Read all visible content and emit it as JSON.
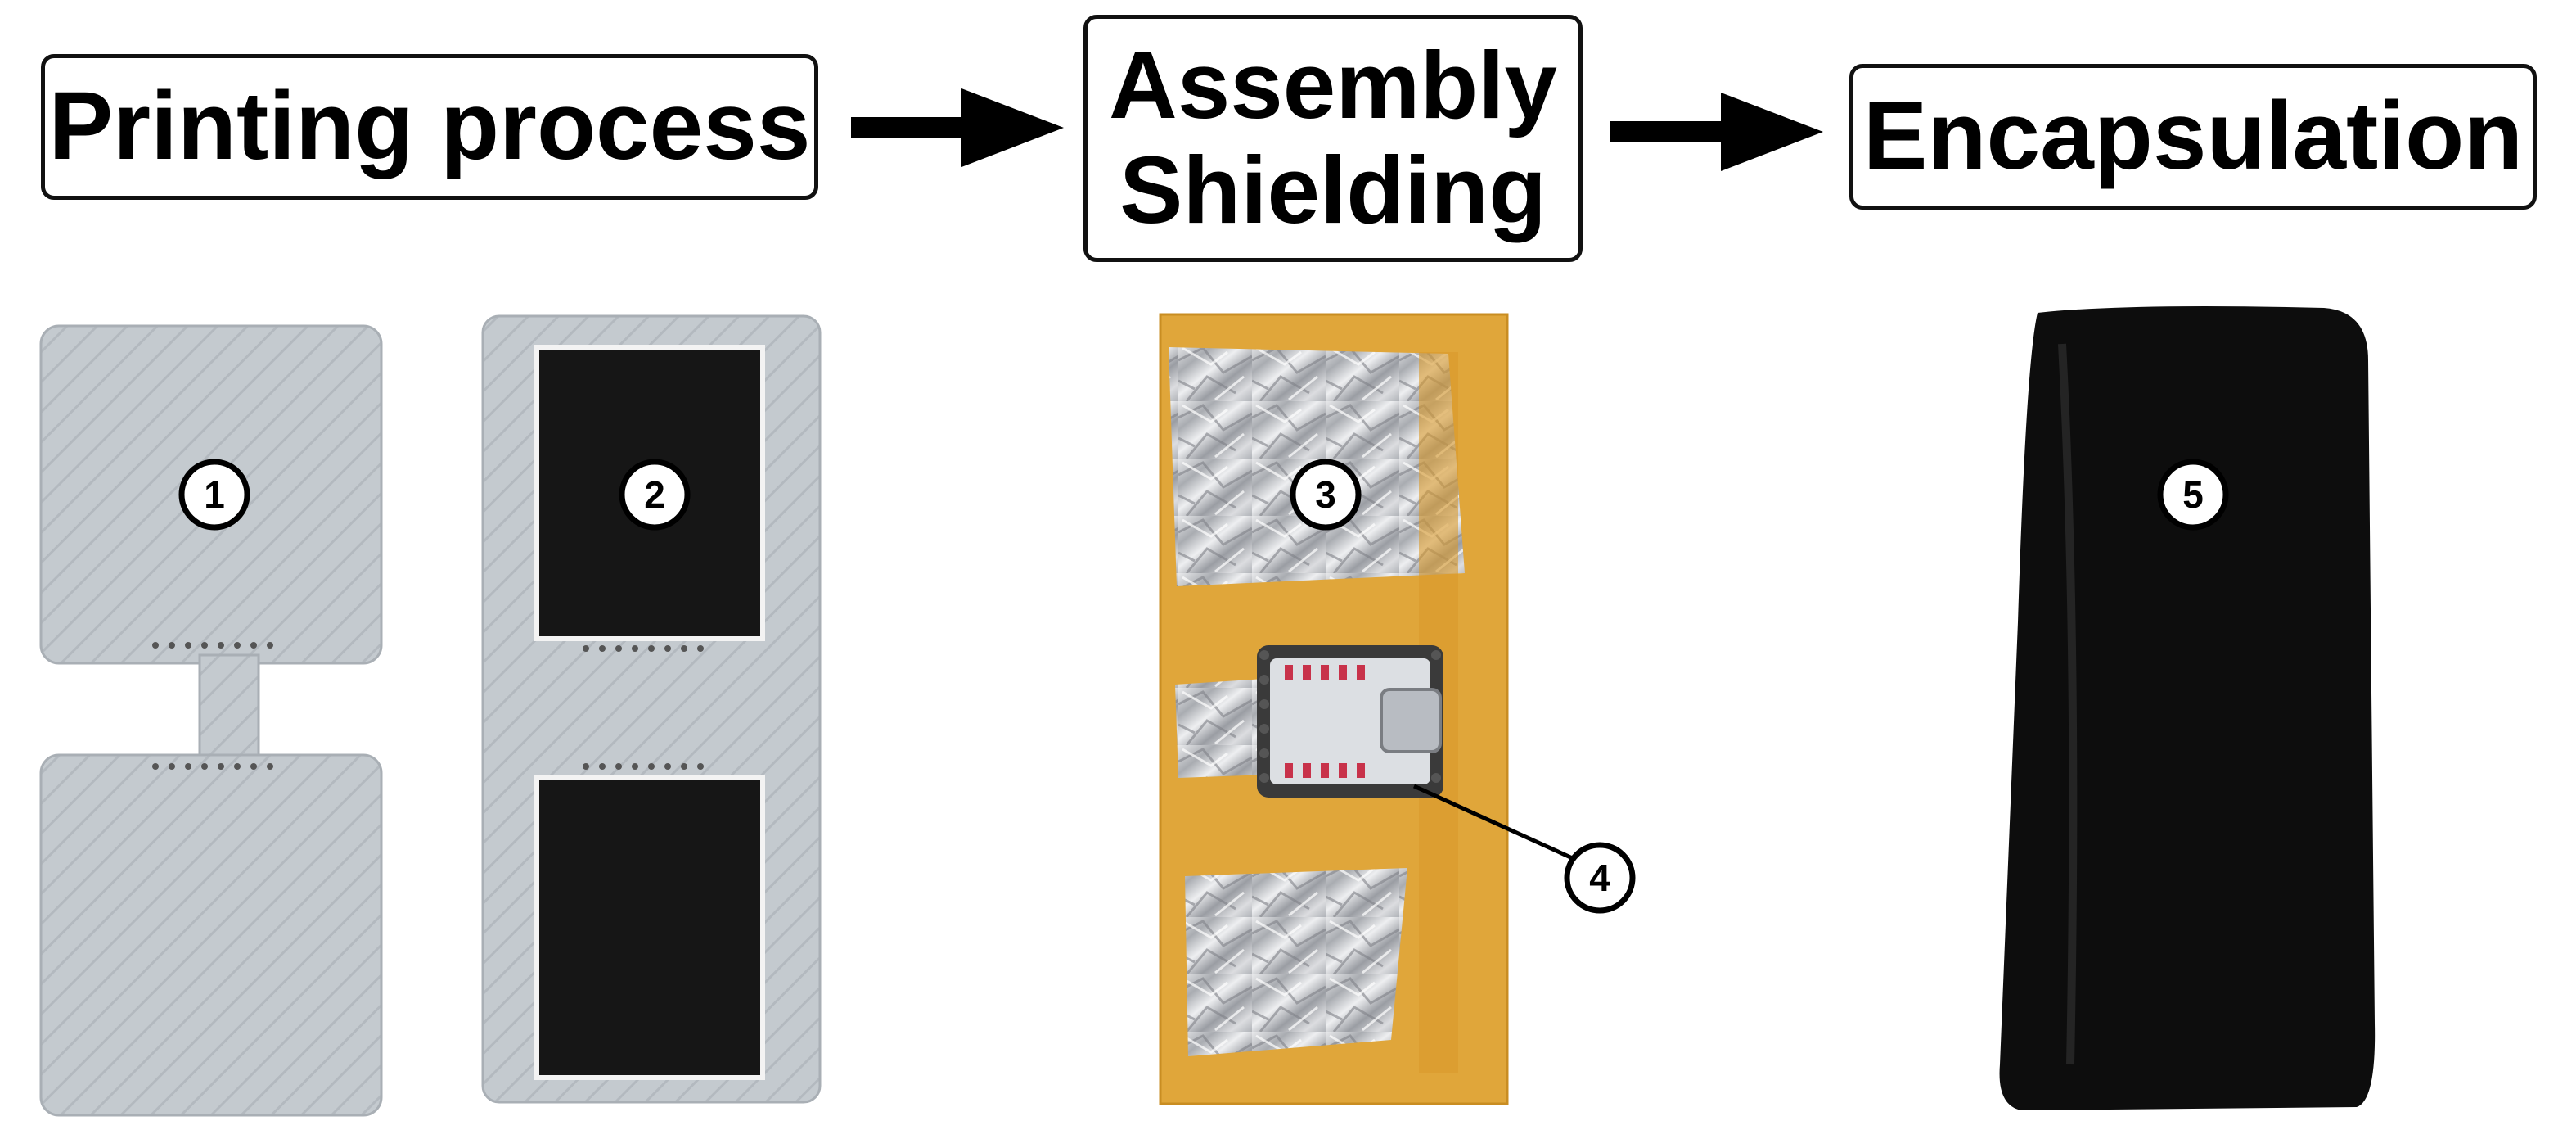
{
  "stages": [
    {
      "lines": [
        "Printing process"
      ]
    },
    {
      "lines": [
        "Assembly",
        "Shielding"
      ]
    },
    {
      "lines": [
        "Encapsulation"
      ]
    }
  ],
  "badges": [
    "1",
    "2",
    "3",
    "4",
    "5"
  ],
  "colors": {
    "background": "#ffffff",
    "outline": "#111111",
    "printed_part": "#c3c9ce",
    "conductive_pad": "#161616",
    "kapton_tape": "#e0a63a",
    "aluminum_foil": "#cfd1d4",
    "pcb": "#dcdfe3",
    "sleeve": "#0d0d0d"
  }
}
